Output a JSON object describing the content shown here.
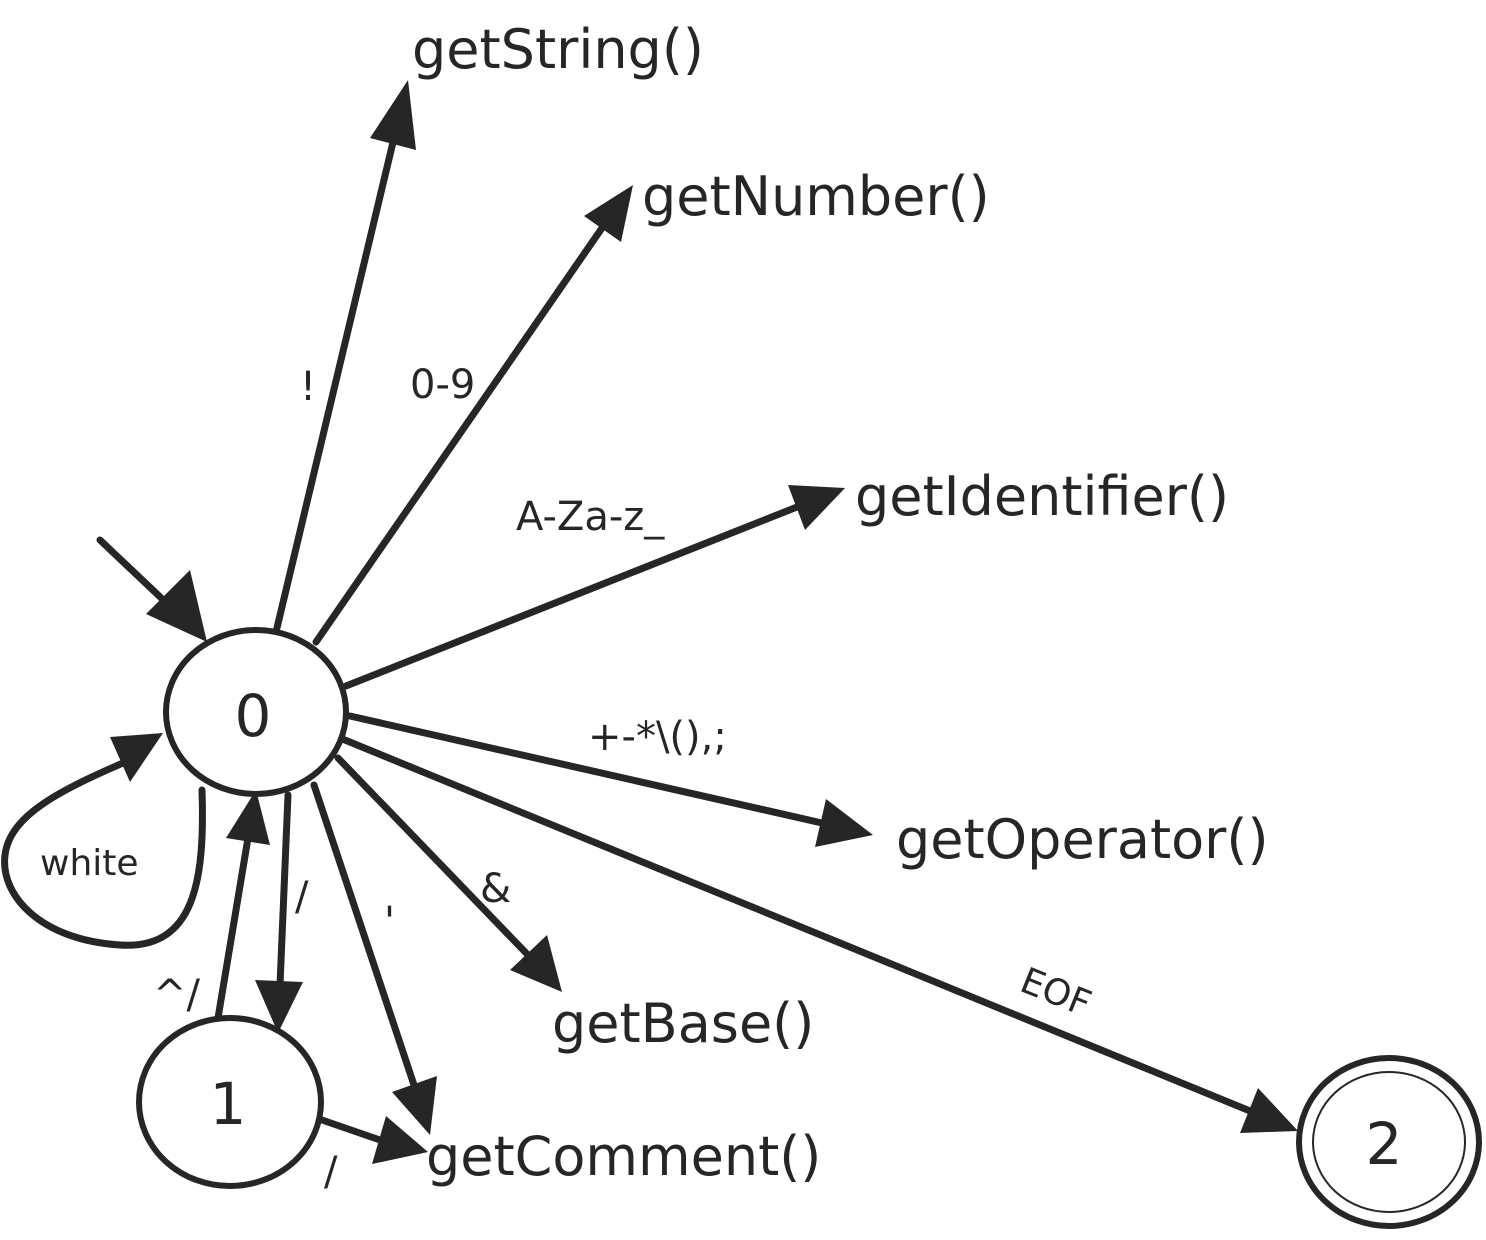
{
  "states": {
    "s0": "0",
    "s1": "1",
    "s2": "2"
  },
  "targets": {
    "get_string": "getString()",
    "get_number": "getNumber()",
    "get_identifier": "getIdentifier()",
    "get_operator": "getOperator()",
    "get_base": "getBase()",
    "get_comment": "getComment()"
  },
  "transitions": {
    "string": "!",
    "number": "0-9",
    "identifier": "A-Za-z_",
    "operator": "+-*\\(),;",
    "base": "&",
    "eof": "EOF",
    "self_loop": "white",
    "to_comment_direct": "'",
    "to_s1": "/",
    "s1_back": "^/",
    "s1_to_comment": "/"
  },
  "colors": {
    "ink": "#262626",
    "background": "#ffffff"
  }
}
